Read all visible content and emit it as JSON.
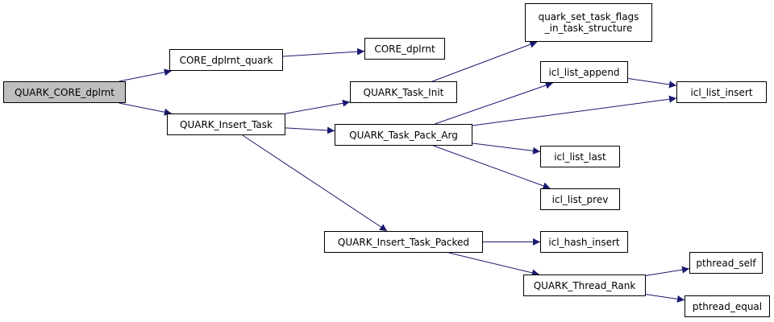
{
  "nodes": {
    "root": "QUARK_CORE_dplrnt",
    "core_dplrnt_quark": "CORE_dplrnt_quark",
    "core_dplrnt": "CORE_dplrnt",
    "quark_insert_task": "QUARK_Insert_Task",
    "quark_task_init": "QUARK_Task_Init",
    "quark_set_task_flags": "quark_set_task_flags\n_in_task_structure",
    "quark_task_pack_arg": "QUARK_Task_Pack_Arg",
    "icl_list_append": "icl_list_append",
    "icl_list_insert": "icl_list_insert",
    "icl_list_last": "icl_list_last",
    "icl_list_prev": "icl_list_prev",
    "quark_insert_task_packed": "QUARK_Insert_Task_Packed",
    "icl_hash_insert": "icl_hash_insert",
    "quark_thread_rank": "QUARK_Thread_Rank",
    "pthread_self": "pthread_self",
    "pthread_equal": "pthread_equal"
  },
  "colors": {
    "edge": "#191970",
    "root_fill": "#bfbfbf",
    "node_fill": "#ffffff",
    "border": "#000000"
  },
  "edges": [
    [
      "root",
      "core_dplrnt_quark"
    ],
    [
      "root",
      "quark_insert_task"
    ],
    [
      "core_dplrnt_quark",
      "core_dplrnt"
    ],
    [
      "quark_insert_task",
      "quark_task_init"
    ],
    [
      "quark_insert_task",
      "quark_task_pack_arg"
    ],
    [
      "quark_insert_task",
      "quark_insert_task_packed"
    ],
    [
      "quark_task_init",
      "quark_set_task_flags"
    ],
    [
      "quark_task_pack_arg",
      "icl_list_append"
    ],
    [
      "quark_task_pack_arg",
      "icl_list_insert"
    ],
    [
      "quark_task_pack_arg",
      "icl_list_last"
    ],
    [
      "quark_task_pack_arg",
      "icl_list_prev"
    ],
    [
      "icl_list_append",
      "icl_list_insert"
    ],
    [
      "quark_insert_task_packed",
      "icl_hash_insert"
    ],
    [
      "quark_insert_task_packed",
      "quark_thread_rank"
    ],
    [
      "quark_thread_rank",
      "pthread_self"
    ],
    [
      "quark_thread_rank",
      "pthread_equal"
    ]
  ]
}
